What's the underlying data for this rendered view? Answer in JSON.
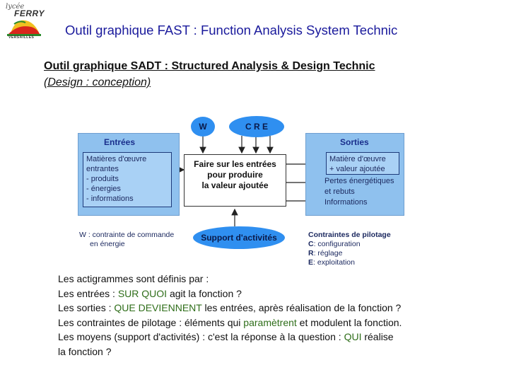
{
  "logo": {
    "script": "lycée",
    "name": "FERRY",
    "city": "VERSAILLES"
  },
  "header": {
    "title": "Outil graphique FAST : Function Analysis System Technic"
  },
  "subtitle": {
    "line1": "Outil graphique SADT : Structured Analysis & Design Technic",
    "line2": "(Design : conception)"
  },
  "diagram": {
    "entrees": {
      "title": "Entrées",
      "box_lines": [
        "Matières d'œuvre",
        "entrantes",
        "- produits",
        "- énergies",
        "- informations"
      ]
    },
    "sorties": {
      "title": "Sorties",
      "box_lines": [
        "Matière d'œuvre",
        "+ valeur ajoutée"
      ],
      "other_lines": [
        "Pertes énergétiques",
        "et rebuts",
        "Informations"
      ]
    },
    "center": [
      "Faire sur les entrées",
      "pour produire",
      "la valeur ajoutée"
    ],
    "w_label": "W",
    "cre_label": "C  R  E",
    "support_label": "Support d'activités",
    "w_note": [
      "W : contrainte de commande",
      "en énergie"
    ],
    "contraintes": {
      "title": "Contraintes de pilotage",
      "items": [
        {
          "key": "C",
          "text": ": configuration"
        },
        {
          "key": "R",
          "text": ": réglage"
        },
        {
          "key": "E",
          "text": ": exploitation"
        }
      ]
    },
    "colors": {
      "panel": "#8fc1ee",
      "inner": "#a9d1f5",
      "ellipse": "#2f8ff0",
      "title_text": "#1a2f8c"
    }
  },
  "explanation": {
    "intro": "Les actigrammes sont définis par :",
    "entrees": {
      "label": "Les entrées : ",
      "highlight": "SUR QUOI",
      "rest": " agit la fonction ?"
    },
    "sorties": {
      "label": "Les sorties : ",
      "highlight": "QUE DEVIENNENT",
      "rest": " les entrées, après réalisation de la fonction ?"
    },
    "contraintes": {
      "label": "Les contraintes de pilotage : ",
      "pre": "éléments qui ",
      "highlight": "paramètrent",
      "rest": " et modulent la fonction."
    },
    "moyens": {
      "label": "Les moyens (support d'activités) : ",
      "pre": "c'est la réponse à la question : ",
      "highlight": "QUI",
      "rest": " réalise",
      "line2": "la fonction ?"
    }
  }
}
